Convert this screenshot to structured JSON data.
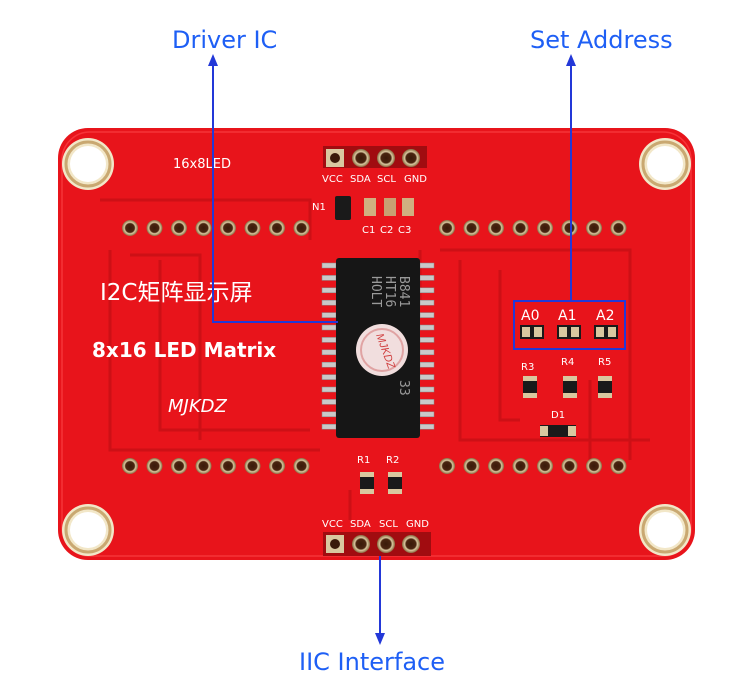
{
  "callouts": {
    "driver_ic": "Driver IC",
    "set_address": "Set Address",
    "iic_interface": "IIC Interface"
  },
  "board": {
    "model_label": "16x8LED",
    "title_cn": "I2C矩阵显示屏",
    "title_en": "8x16 LED Matrix",
    "brand": "MJKDZ",
    "chip_marking": [
      "HOLT",
      "HT16",
      "B841",
      "33"
    ],
    "sticker_text": "MJKDZ",
    "header_pins": [
      "VCC",
      "SDA",
      "SCL",
      "GND"
    ],
    "address_pads": [
      "A0",
      "A1",
      "A2"
    ],
    "labels": {
      "q1": "N1",
      "c1": "C1",
      "c2": "C2",
      "c3": "C3",
      "r1": "R1",
      "r2": "R2",
      "r3": "R3",
      "r4": "R4",
      "r5": "R5",
      "d1": "D1"
    }
  },
  "colors": {
    "pcb": "#e8141b",
    "callout": "#1e5ff5",
    "silkscreen": "#ffffff"
  }
}
